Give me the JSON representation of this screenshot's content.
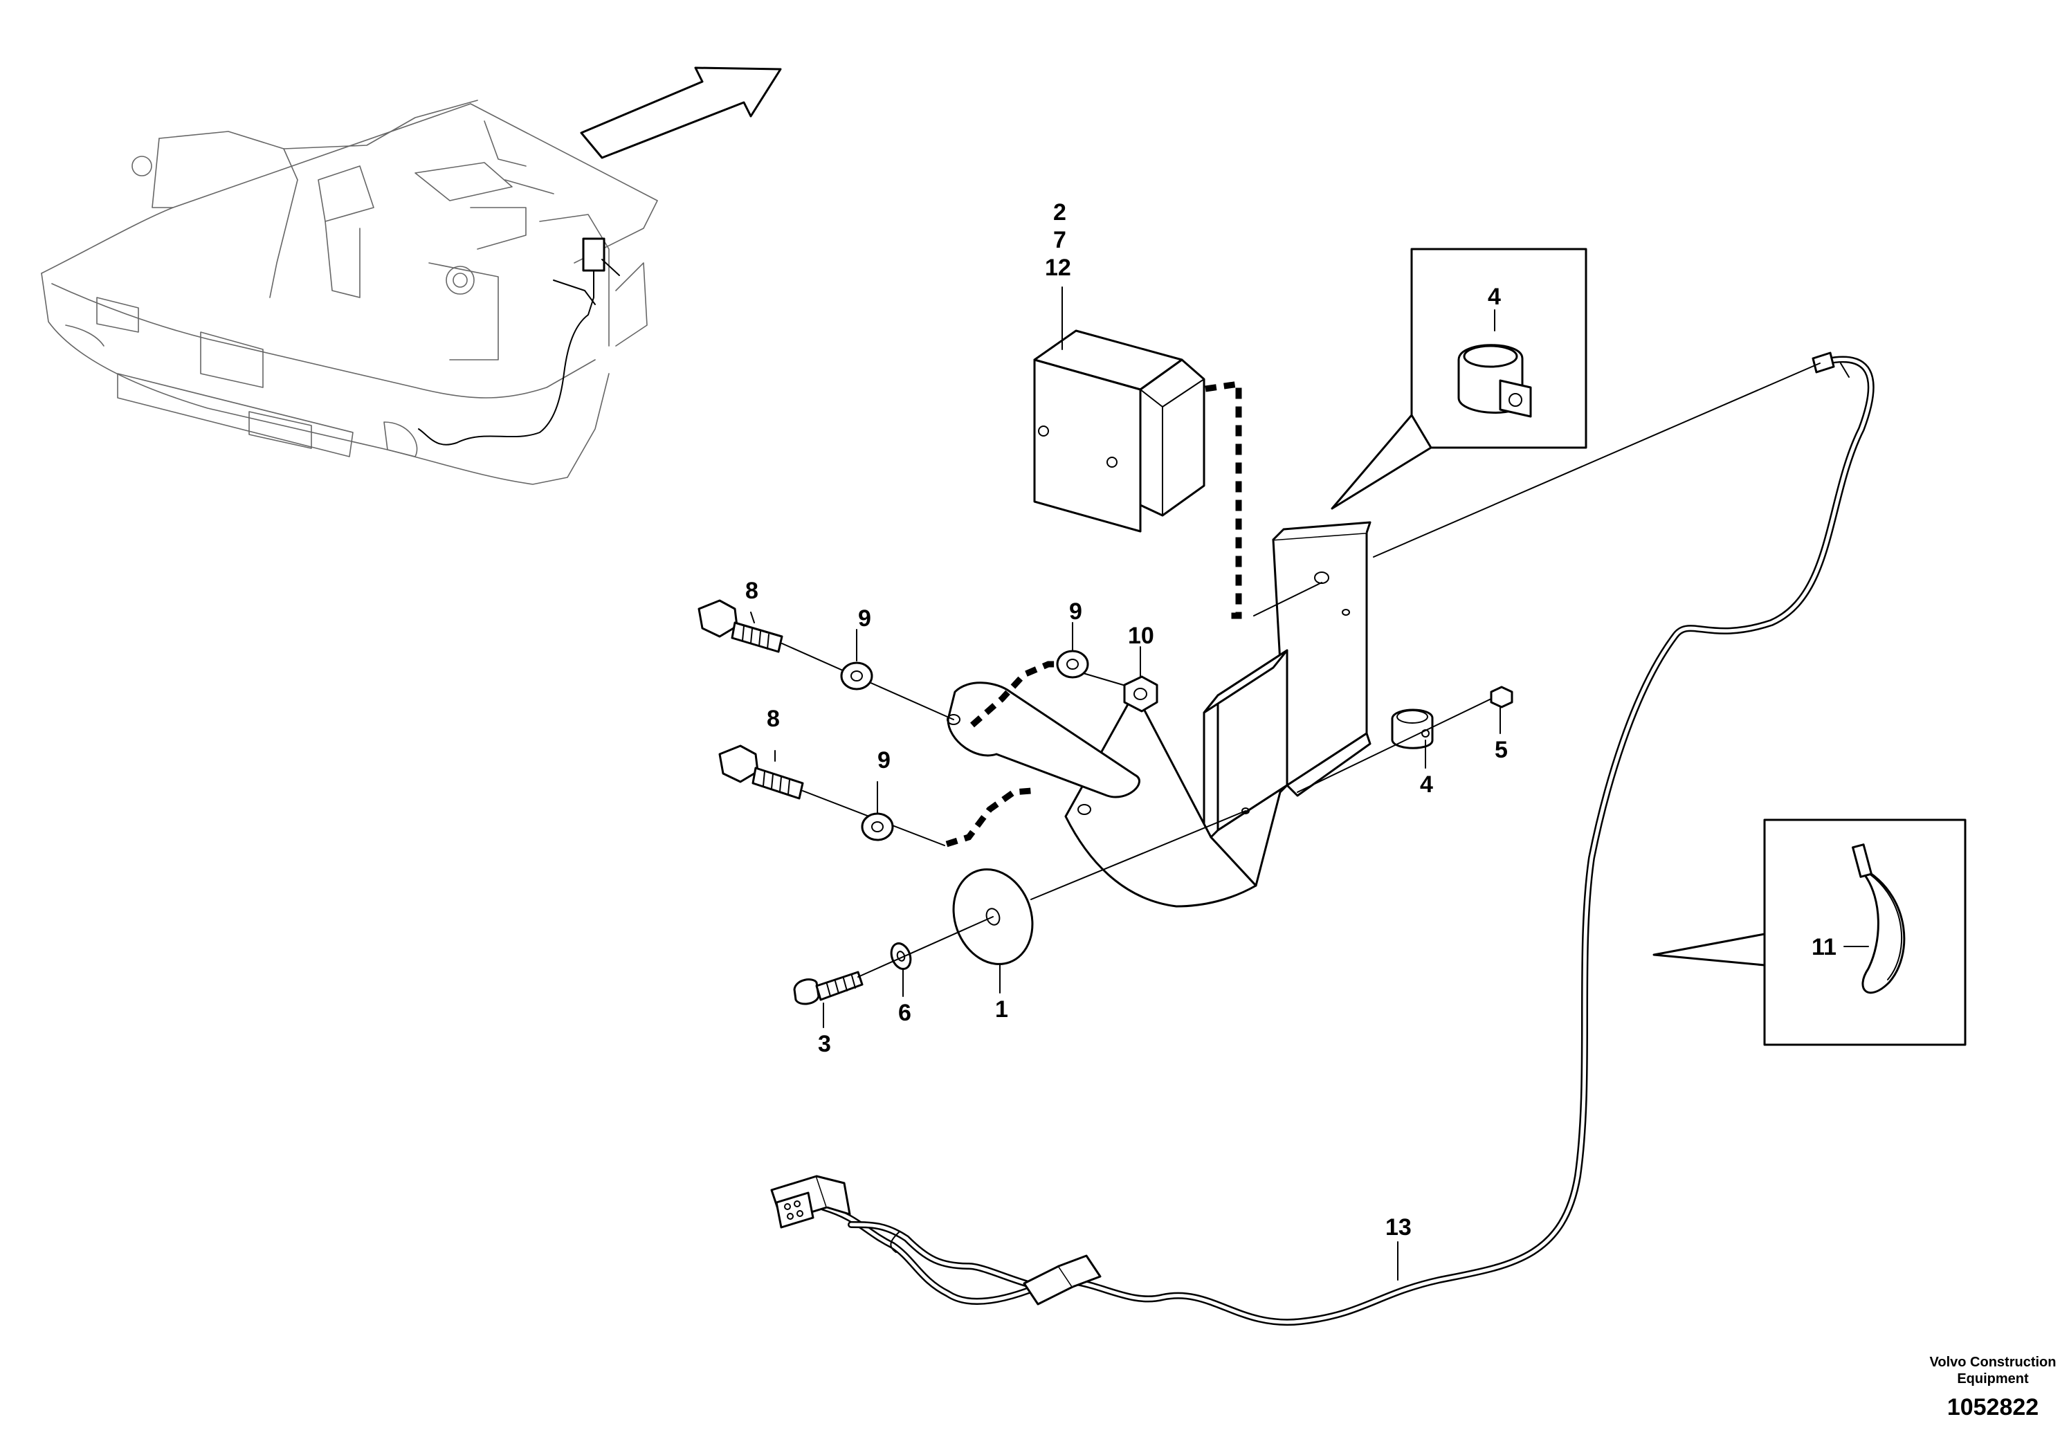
{
  "callouts": {
    "box_a": "2",
    "box_b": "7",
    "box_c": "12",
    "detail_clamp": "4",
    "bolt_upper": "8",
    "washer_upper_left": "9",
    "washer_upper_right": "9",
    "nut": "10",
    "bolt_lower": "8",
    "washer_lower": "9",
    "clamp": "4",
    "nut_small": "5",
    "screw": "3",
    "washer_small": "6",
    "spacer_disc": "1",
    "cable_tie": "11",
    "harness": "13"
  },
  "footer": {
    "brand_line1": "Volvo Construction",
    "brand_line2": "Equipment",
    "drawing_number": "1052822"
  }
}
